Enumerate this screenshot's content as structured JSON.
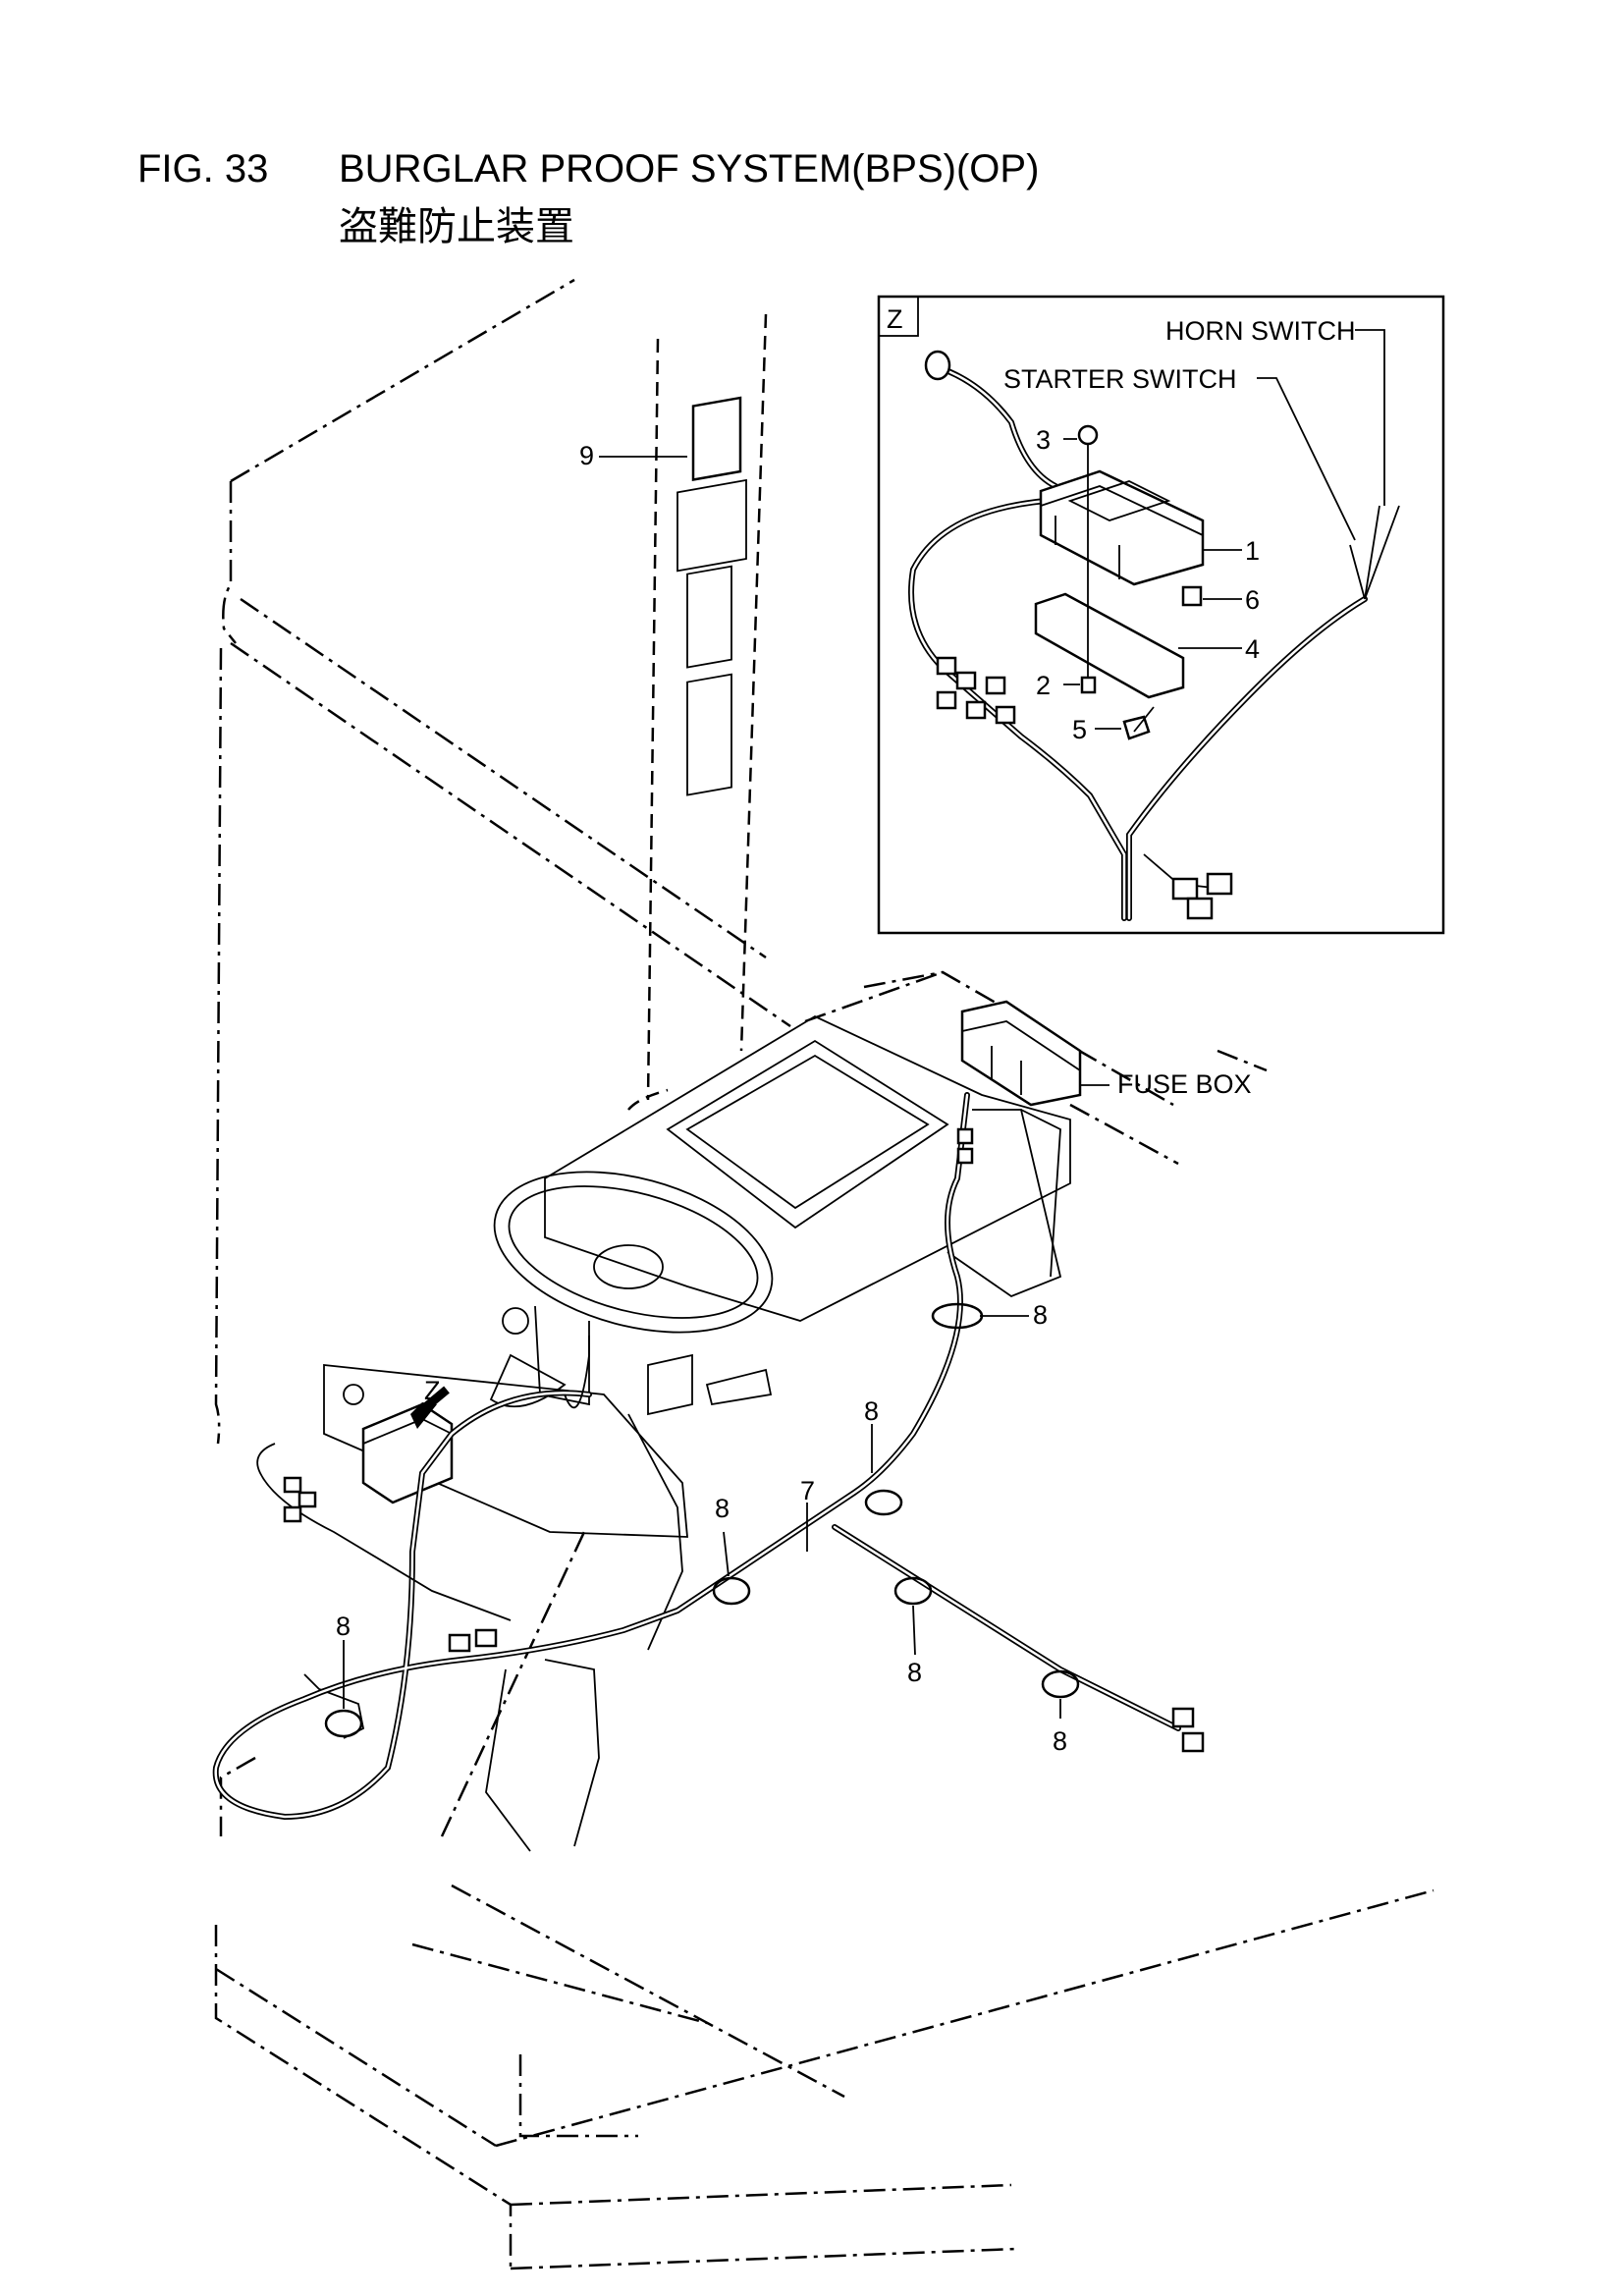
{
  "figure": {
    "number": "FIG. 33",
    "title": "BURGLAR PROOF SYSTEM(BPS)(OP)",
    "subtitle": "盗難防止装置"
  },
  "detail_view": {
    "marker": "Z",
    "horn_switch_label": "HORN SWITCH",
    "starter_switch_label": "STARTER SWITCH",
    "callouts": [
      "3",
      "1",
      "6",
      "4",
      "2",
      "5"
    ]
  },
  "main_view": {
    "detail_arrow_marker": "Z",
    "fuse_box_label": "FUSE BOX",
    "callouts": [
      "9",
      "8",
      "8",
      "7",
      "8",
      "8",
      "8",
      "8"
    ]
  }
}
